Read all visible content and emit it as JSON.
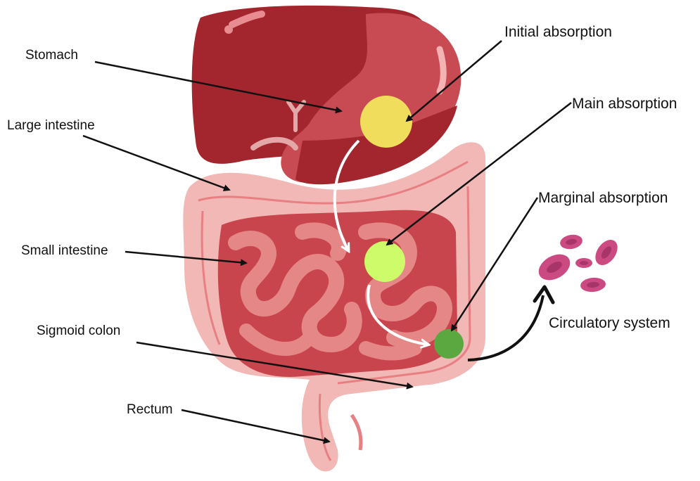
{
  "labels": {
    "stomach": "Stomach",
    "large_intestine": "Large intestine",
    "small_intestine": "Small intestine",
    "sigmoid_colon": "Sigmoid colon",
    "rectum": "Rectum",
    "initial_absorption": "Initial absorption",
    "main_absorption": "Main absorption",
    "marginal_absorption": "Marginal absorption",
    "circulatory_system": "Circulatory system"
  },
  "colors": {
    "liver": "#a3262f",
    "stomach": "#c84b53",
    "colon": "#f1b8b6",
    "small_intestine": "#e58787",
    "intestine_shadow": "#c9454e",
    "initial_marker": "#f0dd5c",
    "main_marker": "#cdfb6a",
    "marginal_marker": "#5ca840",
    "blood_cell": "#cc4a82"
  }
}
